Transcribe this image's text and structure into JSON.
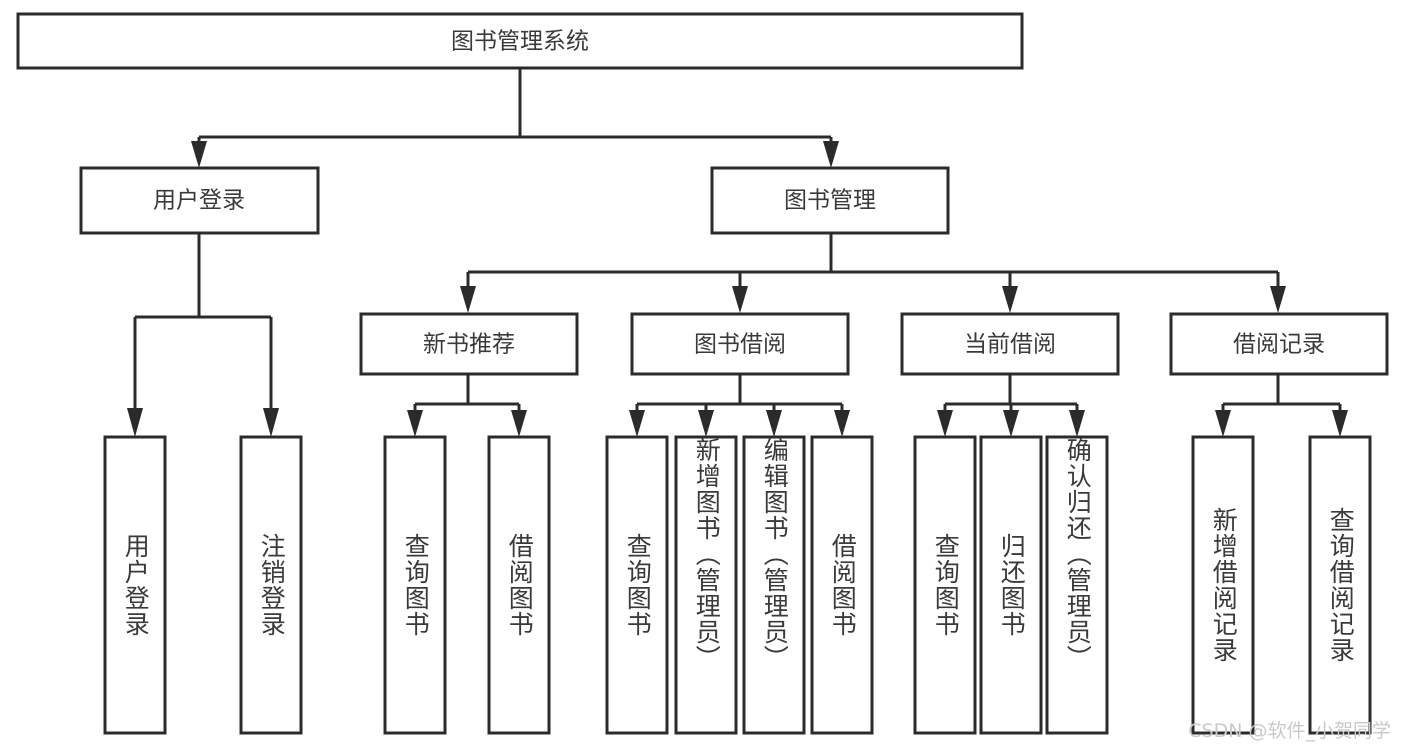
{
  "diagram": {
    "title": "图书管理系统",
    "type": "tree",
    "watermark": "CSDN @软件_小贺同学",
    "colors": {
      "stroke": "#2b2b2b",
      "text": "#3a3a3a",
      "background": "#ffffff",
      "watermark": "#c9c9c9"
    },
    "root": {
      "label": "图书管理系统"
    },
    "level2": [
      {
        "label": "用户登录"
      },
      {
        "label": "图书管理"
      }
    ],
    "level3": [
      {
        "label": "新书推荐"
      },
      {
        "label": "图书借阅"
      },
      {
        "label": "当前借阅"
      },
      {
        "label": "借阅记录"
      }
    ],
    "leaves": [
      {
        "label": "用户登录",
        "parent": "用户登录"
      },
      {
        "label": "注销登录",
        "parent": "用户登录"
      },
      {
        "label": "查询图书",
        "parent": "新书推荐"
      },
      {
        "label": "借阅图书",
        "parent": "新书推荐"
      },
      {
        "label": "查询图书",
        "parent": "图书借阅"
      },
      {
        "label": "新增图书（管理员）",
        "parent": "图书借阅"
      },
      {
        "label": "编辑图书（管理员）",
        "parent": "图书借阅"
      },
      {
        "label": "借阅图书",
        "parent": "图书借阅"
      },
      {
        "label": "查询图书",
        "parent": "当前借阅"
      },
      {
        "label": "归还图书",
        "parent": "当前借阅"
      },
      {
        "label": "确认归还（管理员）",
        "parent": "当前借阅"
      },
      {
        "label": "新增借阅记录",
        "parent": "借阅记录"
      },
      {
        "label": "查询借阅记录",
        "parent": "借阅记录"
      }
    ]
  }
}
